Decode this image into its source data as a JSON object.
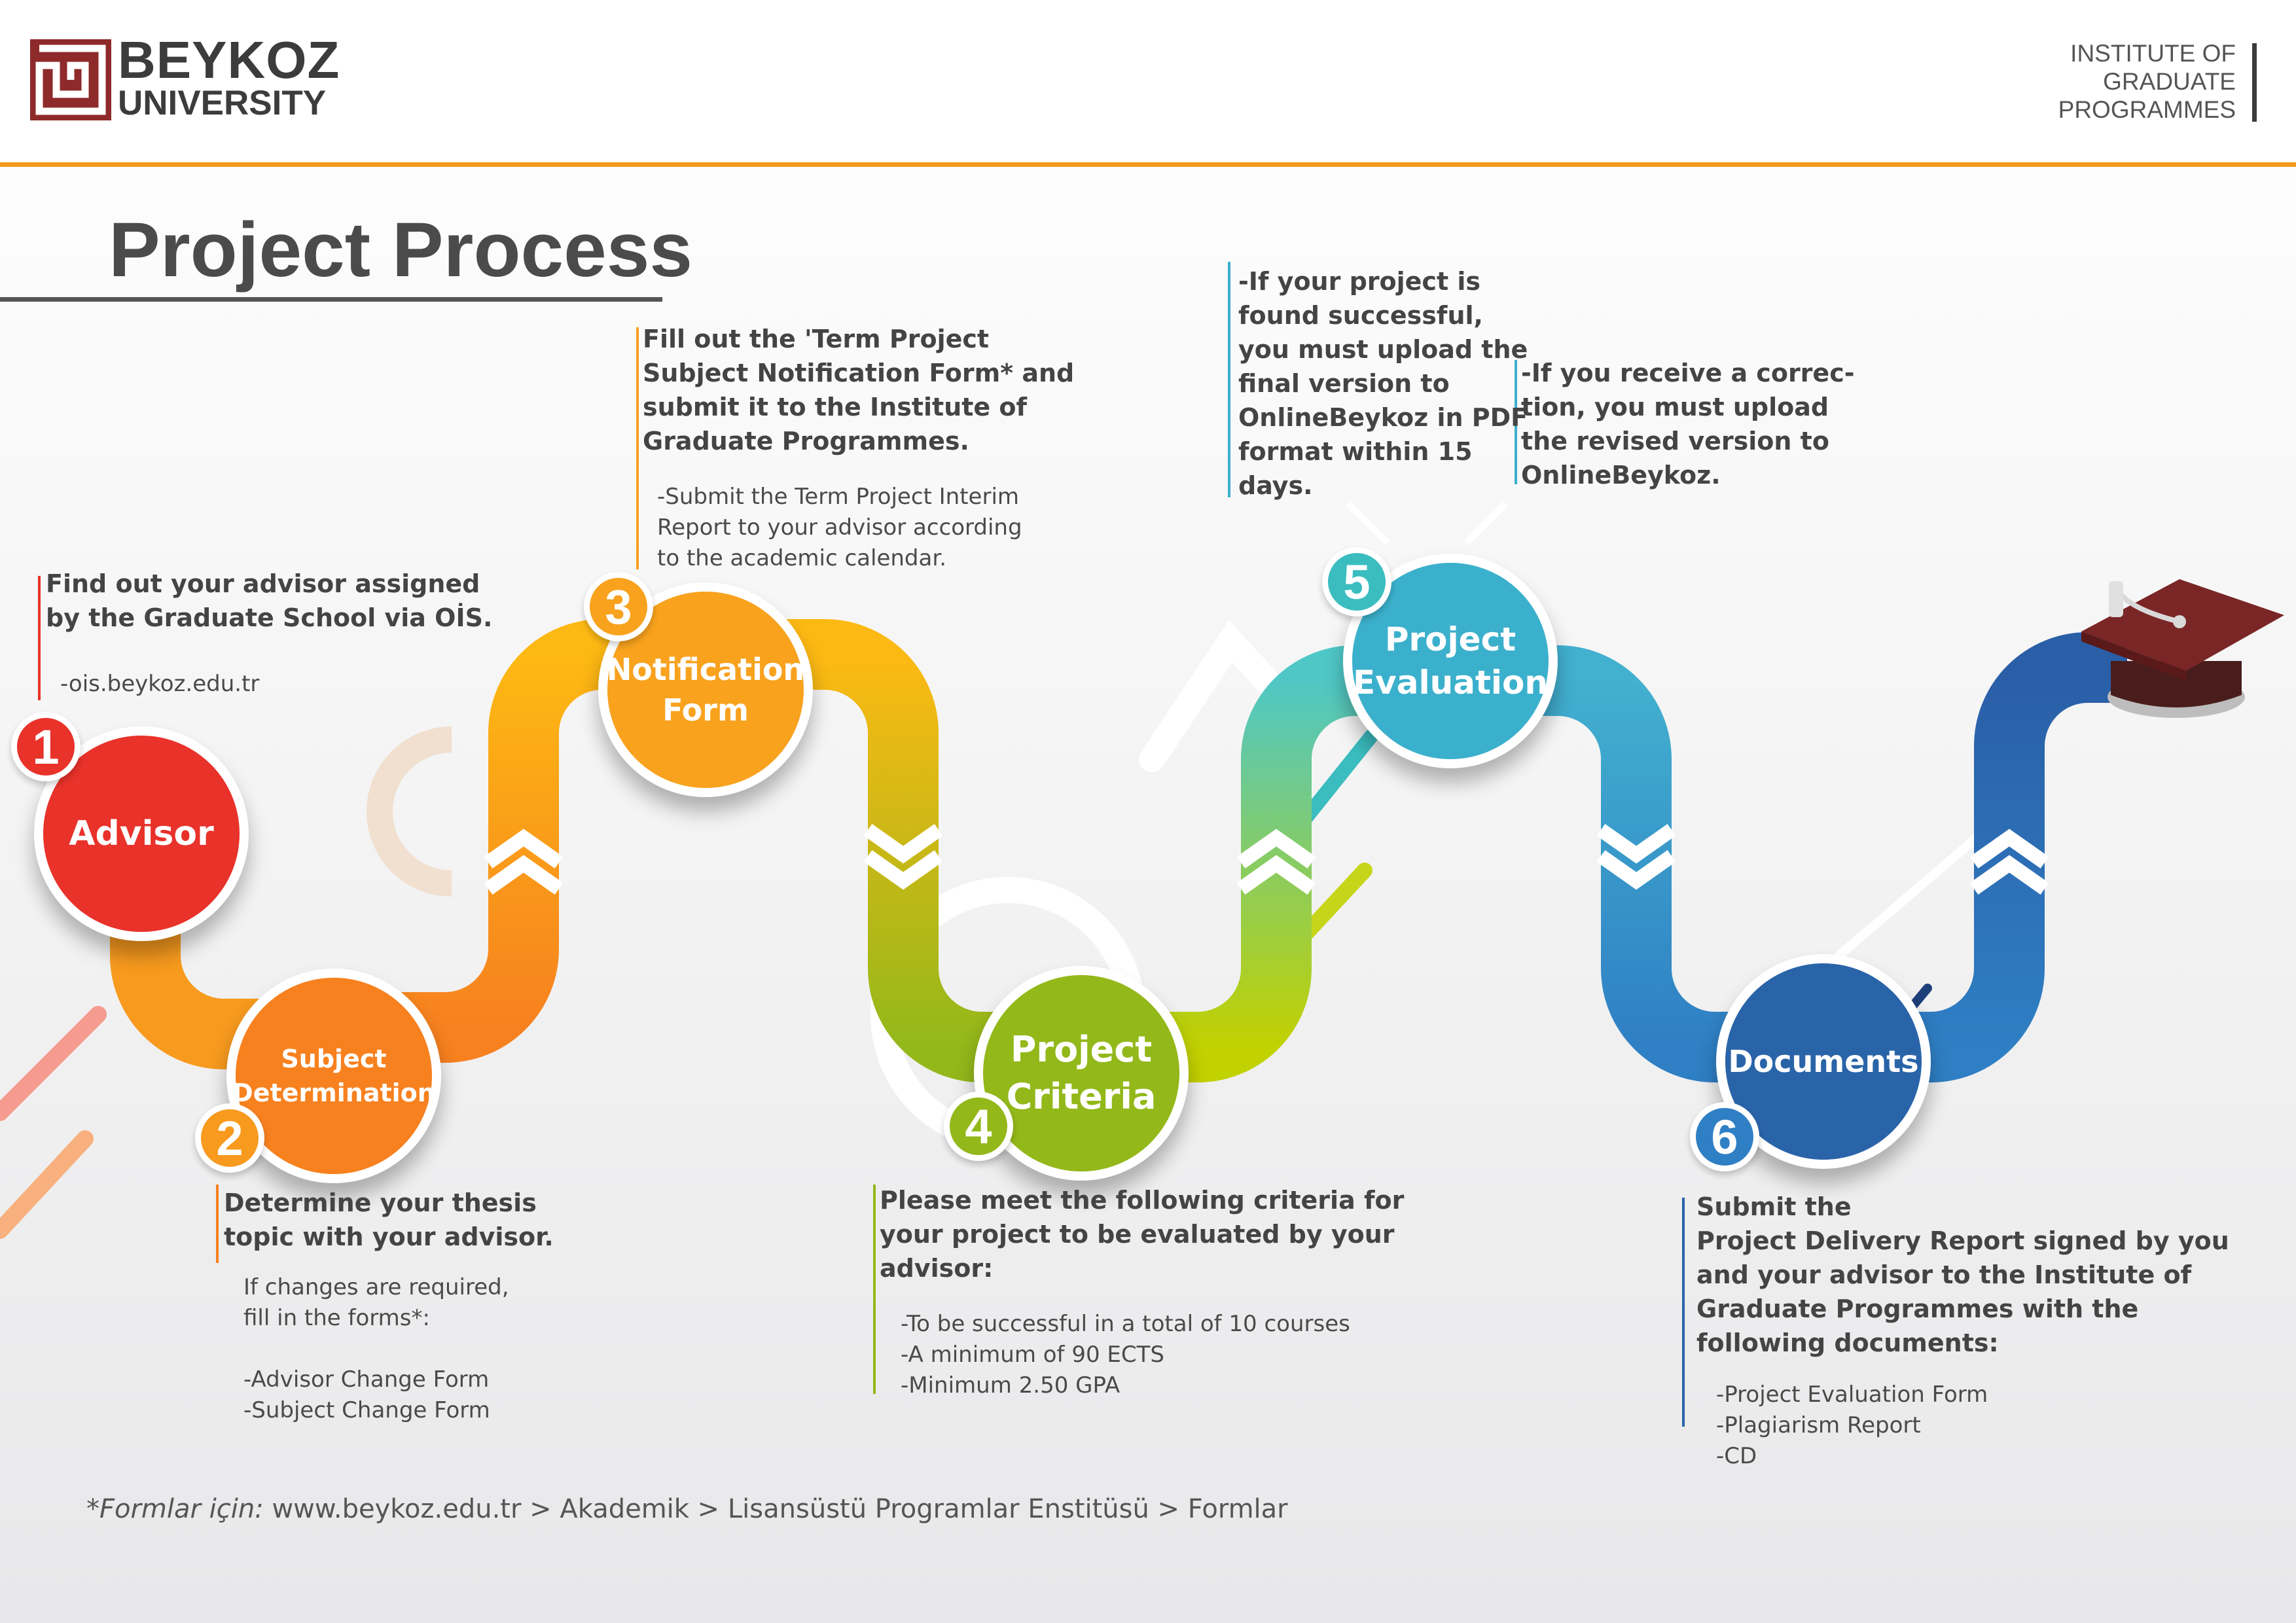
{
  "header": {
    "logo_name": "BEYKOZ",
    "logo_sub": "UNIVERSITY",
    "institute": "INSTITUTE OF\nGRADUATE\nPROGRAMMES"
  },
  "title": "Project Process",
  "colors": {
    "step1": "#e8322a",
    "step2": "#f7811f",
    "step3": "#f8a21e",
    "step4": "#93b81a",
    "step5": "#3bb0cc",
    "step6": "#2a64a8",
    "accent": "#f39a1e"
  },
  "steps": [
    {
      "number": "1",
      "label": "Advisor",
      "heading": "Find out your advisor assigned\nby the Graduate School via OİS.",
      "details": "-ois.beykoz.edu.tr"
    },
    {
      "number": "2",
      "label": "Subject\nDetermination",
      "heading": "Determine your thesis\ntopic with your advisor.",
      "details": "If changes are required,\nfill in the forms*:\n\n-Advisor Change Form\n-Subject Change Form"
    },
    {
      "number": "3",
      "label": "Notification\nForm",
      "heading": "Fill out the 'Term Project\nSubject Notification Form* and\nsubmit it to the Institute of\nGraduate Programmes.",
      "details": "-Submit the Term Project Interim\nReport to your advisor according\nto the academic calendar."
    },
    {
      "number": "4",
      "label": "Project\nCriteria",
      "heading": "Please meet the following criteria for\nyour project to be evaluated by your\nadvisor:",
      "details": "-To be successful in a total of 10 courses\n-A minimum of 90 ECTS\n-Minimum 2.50 GPA"
    },
    {
      "number": "5",
      "label": "Project\nEvaluation",
      "heading": "-If your project is\nfound successful,\nyou must upload the\nfinal version to\nOnlineBeykoz in PDF\nformat within 15\ndays.",
      "heading2": "-If you receive a correc-\ntion, you must upload\nthe revised version to\nOnlineBeykoz."
    },
    {
      "number": "6",
      "label": "Documents",
      "heading": "Submit the\nProject Delivery Report signed by you\nand your advisor to the Institute of\nGraduate Programmes with the\nfollowing documents:",
      "details": "-Project Evaluation Form\n-Plagiarism Report\n-CD"
    }
  ],
  "footer": {
    "prefix": "*Formlar için:",
    "path": " www.beykoz.edu.tr > Akademik > Lisansüstü Programlar Enstitüsü > Formlar"
  }
}
